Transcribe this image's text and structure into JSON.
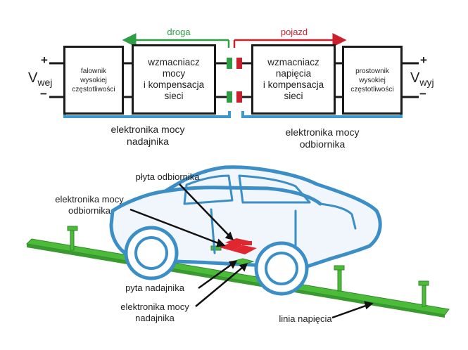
{
  "top": {
    "arrow_left_label": "droga",
    "arrow_right_label": "pojazd",
    "blocks": [
      {
        "label": "falownik\nwysokiej\nczęstotliwości"
      },
      {
        "label": "wzmacniacz\nmocy\ni kompensacja\nsieci"
      },
      {
        "label": "wzmacniacz\nnapięcia\ni kompensacja\nsieci"
      },
      {
        "label": "prostownik\nwysokiej\nczęstotliwości"
      }
    ],
    "v_in": {
      "main": "V",
      "sub": "wej"
    },
    "v_out": {
      "main": "V",
      "sub": "wyj"
    },
    "plus": "+",
    "minus": "−",
    "group_left": "elektronika mocy\nnadajnika",
    "group_right": "elektronika mocy\nodbiornika",
    "colors": {
      "green": "#2e9d46",
      "red": "#c8202c",
      "blue": "#3d9ad1"
    }
  },
  "bottom": {
    "labels": {
      "receiver_plate": "płyta odbiornika",
      "receiver_electronics": "elektronika mocy\nodbiornika",
      "transmitter_plate": "pyta nadajnika",
      "transmitter_electronics": "elektronika mocy\nnadajnika",
      "power_line": "linia napięcia"
    },
    "colors": {
      "car": "#3b8fc6",
      "rail": "#4cbb3a",
      "plate": "#e0262f"
    }
  }
}
